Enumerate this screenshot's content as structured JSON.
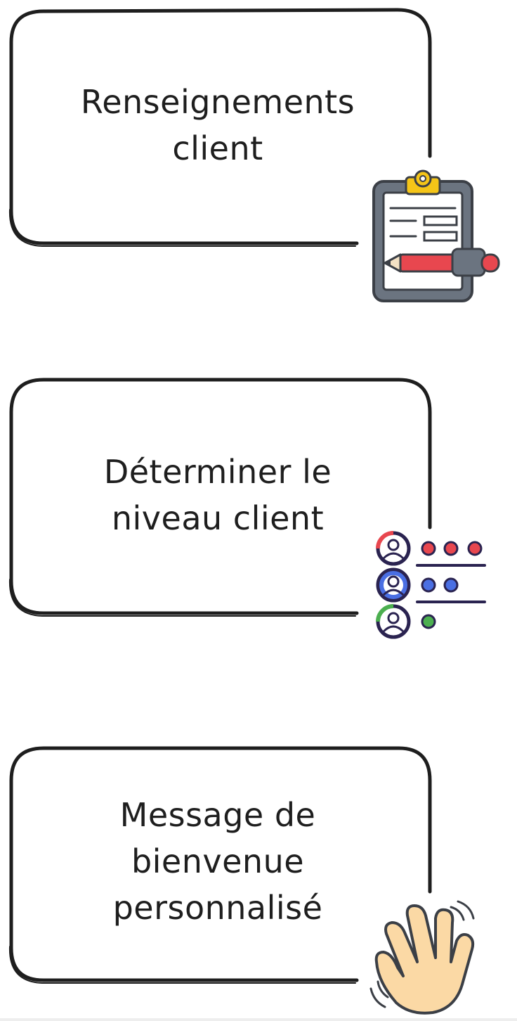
{
  "steps": [
    {
      "line1": "Renseignements",
      "line2": "client",
      "line3": "",
      "icon": "clipboard-icon"
    },
    {
      "line1": "Déterminer le",
      "line2": "niveau client",
      "line3": "",
      "icon": "customer-levels-icon"
    },
    {
      "line1": "Message de",
      "line2": "bienvenue",
      "line3": "personnalisé",
      "icon": "waving-hand-icon"
    }
  ],
  "colors": {
    "stroke": "#1e1e1e",
    "red": "#e8474f",
    "blue": "#4a6fe3",
    "green": "#4caf50",
    "navy": "#2a2350",
    "clipboard_frame": "#6b7480",
    "clip_yellow": "#f5c518",
    "hand": "#fbd9a5"
  }
}
